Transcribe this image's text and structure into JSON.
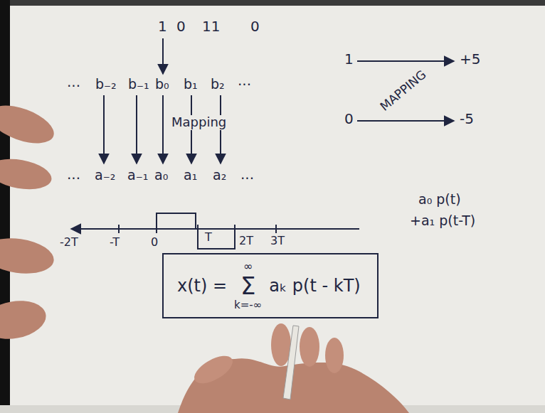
{
  "diagram": {
    "nodes": [
      {
        "text": [
          "x(t) =",
          "∞",
          "Σ",
          "k=-∞",
          "aₖ p(t - kT)"
        ]
      }
    ],
    "labels": [
      "1",
      "0",
      "11",
      "0",
      "...",
      "b₋₂",
      "b₋₁",
      "b₀",
      "b₁",
      "b₂",
      "...",
      "Mapping",
      "...",
      "a₋₂",
      "a₋₁",
      "a₀",
      "a₁",
      "a₂",
      "...",
      "1",
      "+5",
      "0",
      "-5",
      "MAPPING",
      "a₀ p(t)",
      "+a₁ p(t-T)",
      "-2T",
      "-T",
      "0",
      "T",
      "2T",
      "3T"
    ]
  }
}
